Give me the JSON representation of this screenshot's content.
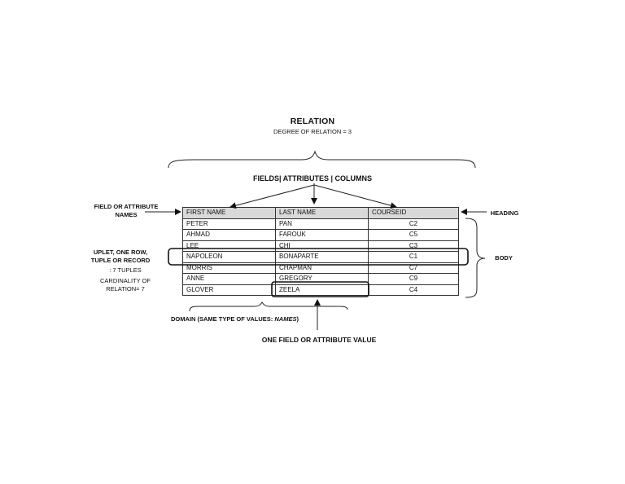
{
  "title": "RELATION",
  "subtitle": "DEGREE OF RELATION = 3",
  "columns_label": "FIELDS| ATTRIBUTES | COLUMNS",
  "labels": {
    "field_names": [
      "FIELD OR ATTRIBUTE",
      "NAMES"
    ],
    "heading": "HEADING",
    "body": "BODY",
    "tuple": [
      "UPLET, ONE ROW,",
      "TUPLE OR RECORD"
    ],
    "tuple_count": ": 7 TUPLES",
    "cardinality": [
      "CARDINALITY OF",
      "RELATION= 7"
    ],
    "domain_prefix": "DOMAIN (SAME TYPE OF VALUES: ",
    "domain_em": "NAMES",
    "domain_suffix": ")",
    "value": "ONE FIELD OR ATTRIBUTE VALUE"
  },
  "table": {
    "headers": [
      "FIRST NAME",
      "LAST NAME",
      "COURSEID"
    ],
    "rows": [
      [
        "PETER",
        "PAN",
        "C2"
      ],
      [
        "AHMAD",
        "FAROUK",
        "C5"
      ],
      [
        "LEE",
        "CHI",
        "C3"
      ],
      [
        "NAPOLEON",
        "BONAPARTE",
        "C1"
      ],
      [
        "MORRIS",
        "CHAPMAN",
        "C7"
      ],
      [
        "ANNE",
        "GREGORY",
        "C9"
      ],
      [
        "GLOVER",
        "ZEELA",
        "C4"
      ]
    ]
  }
}
